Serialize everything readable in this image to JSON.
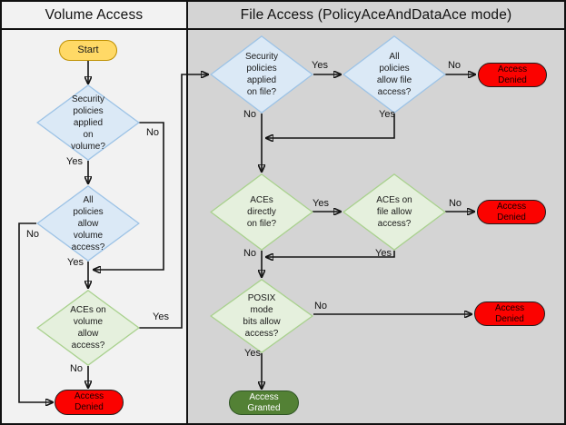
{
  "labels": {
    "yes": "Yes",
    "no": "No"
  },
  "colors": {
    "left_panel_bg": "#f2f2f2",
    "right_panel_bg": "#d4d4d4",
    "blue_diamond_fill": "#dbe9f6",
    "blue_diamond_stroke": "#9dc3e6",
    "green_diamond_fill": "#e5f0dd",
    "green_diamond_stroke": "#a9d18e",
    "start_fill": "#ffd966",
    "start_stroke": "#bf9000",
    "denied_fill": "#fb0200",
    "granted_fill": "#538135",
    "connector": "#151515"
  },
  "volume_panel": {
    "title": "Volume Access",
    "start": "Start",
    "d_policies_applied": "Security\npolicies\napplied\non\nvolume?",
    "d_policies_allow": "All\npolicies\nallow\nvolume\naccess?",
    "d_aces_allow": "ACEs on\nvolume\nallow\naccess?",
    "denied": "Access\nDenied"
  },
  "file_panel": {
    "title": "File Access (PolicyAceAndDataAce mode)",
    "d_policies_applied": "Security\npolicies\napplied\non file?",
    "d_policies_allow": "All\npolicies\nallow file\naccess?",
    "d_aces_direct": "ACEs\ndirectly\non file?",
    "d_aces_allow": "ACEs on\nfile allow\naccess?",
    "d_posix": "POSIX\nmode\nbits allow\naccess?",
    "denied_top": "Access\nDenied",
    "denied_mid": "Access\nDenied",
    "denied_bottom": "Access\nDenied",
    "granted": "Access\nGranted"
  }
}
